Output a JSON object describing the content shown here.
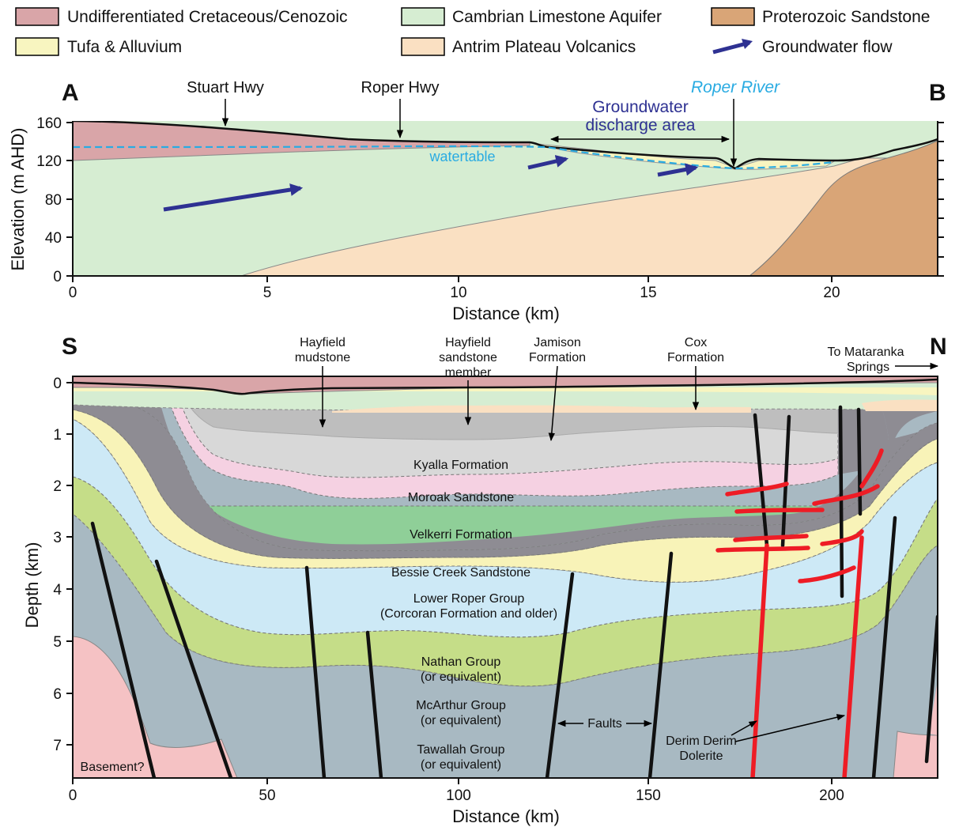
{
  "legend": [
    {
      "label": "Undifferentiated Cretaceous/Cenozoic",
      "color": "#D9A5A8",
      "kind": "box"
    },
    {
      "label": "Cambrian Limestone Aquifer",
      "color": "#D6EDD2",
      "kind": "box"
    },
    {
      "label": "Proterozoic Sandstone",
      "color": "#D9A577",
      "kind": "box"
    },
    {
      "label": "Tufa & Alluvium",
      "color": "#F8F5C0",
      "kind": "box"
    },
    {
      "label": "Antrim Plateau Volcanics",
      "color": "#FAE0C2",
      "kind": "box"
    },
    {
      "label": "Groundwater flow",
      "color": "#2E3192",
      "kind": "arrow"
    }
  ],
  "panel_a": {
    "left_letter": "A",
    "right_letter": "B",
    "ylabel": "Elevation (m AHD)",
    "xlabel": "Distance (km)",
    "yticks": [
      "0",
      "40",
      "80",
      "120",
      "160"
    ],
    "xticks": [
      "0",
      "5",
      "10",
      "15",
      "20"
    ],
    "labels": {
      "stuart_hwy": "Stuart Hwy",
      "roper_hwy": "Roper Hwy",
      "roper_river": "Roper River",
      "discharge_line1": "Groundwater",
      "discharge_line2": "discharge area",
      "watertable": "watertable"
    }
  },
  "panel_b": {
    "left_letter": "S",
    "right_letter": "N",
    "ylabel": "Depth (km)",
    "xlabel": "Distance (km)",
    "yticks": [
      "0",
      "1",
      "2",
      "3",
      "4",
      "5",
      "6",
      "7"
    ],
    "xticks": [
      "0",
      "50",
      "100",
      "150",
      "200"
    ],
    "callouts": {
      "hayfield_mudstone_1": "Hayfield",
      "hayfield_mudstone_2": "mudstone",
      "hayfield_sandstone_1": "Hayfield",
      "hayfield_sandstone_2": "sandstone",
      "hayfield_sandstone_3": "member",
      "jamison_1": "Jamison",
      "jamison_2": "Formation",
      "cox_1": "Cox",
      "cox_2": "Formation",
      "mataranka_1": "To Mataranka",
      "mataranka_2": "Springs"
    },
    "layers": {
      "kyalla": "Kyalla Formation",
      "moroak": "Moroak Sandstone",
      "velkerri": "Velkerri Formation",
      "bessie": "Bessie Creek Sandstone",
      "lower_roper_1": "Lower Roper Group",
      "lower_roper_2": "(Corcoran Formation and older)",
      "nathan_1": "Nathan Group",
      "nathan_2": "(or equivalent)",
      "mcarthur_1": "McArthur Group",
      "mcarthur_2": "(or equivalent)",
      "tawallah_1": "Tawallah Group",
      "tawallah_2": "(or equivalent)",
      "basement": "Basement?"
    },
    "faults_label": "Faults",
    "dolerite_1": "Derim Derim",
    "dolerite_2": "Dolerite"
  }
}
